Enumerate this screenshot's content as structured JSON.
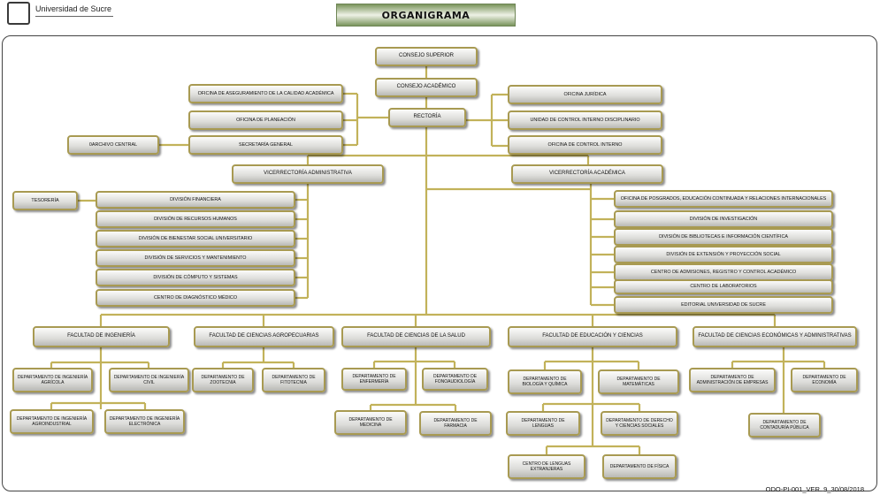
{
  "header": {
    "org_name": "Universidad de Sucre",
    "title": "ORGANIGRAMA",
    "document_code": "ODO-PI-001_VER. 9_30/08/2018"
  },
  "colors": {
    "box_border": "#a89a52",
    "line": "#c2b25a",
    "title_band": "#7a945c"
  },
  "nodes": [
    {
      "id": "consejo_superior",
      "label": "CONSEJO SUPERIOR"
    },
    {
      "id": "consejo_academico",
      "label": "CONSEJO ACADÉMICO"
    },
    {
      "id": "rectoria",
      "label": "RECTORÍA"
    },
    {
      "id": "oficina_calidad",
      "label": "OFICINA DE ASEGURAMIENTO DE LA CALIDAD ACADÉMICA"
    },
    {
      "id": "oficina_planeacion",
      "label": "OFICINA DE PLANEACIÓN"
    },
    {
      "id": "secretaria_general",
      "label": "SECRETARÍA GENERAL"
    },
    {
      "id": "archivo_central",
      "label": "0ARCHIVO CENTRAL"
    },
    {
      "id": "oficina_juridica",
      "label": "OFICINA JURÍDICA"
    },
    {
      "id": "control_disciplinario",
      "label": "UNIDAD DE CONTROL INTERNO DISCIPLINARIO"
    },
    {
      "id": "control_interno",
      "label": "OFICINA DE CONTROL INTERNO"
    },
    {
      "id": "vic_admin",
      "label": "VICERRECTORÍA ADMINISTRATIVA"
    },
    {
      "id": "vic_acad",
      "label": "VICERRECTORÍA ACADÉMICA"
    },
    {
      "id": "tesoreria",
      "label": "TESORERÍA"
    },
    {
      "id": "div_financiera",
      "label": "DIVISIÓN FINANCIERA"
    },
    {
      "id": "div_rrhh",
      "label": "DIVISIÓN DE RECURSOS HUMANOS"
    },
    {
      "id": "div_bienestar",
      "label": "DIVISIÓN DE BIENESTAR SOCIAL UNIVERSITARIO"
    },
    {
      "id": "div_servicios",
      "label": "DIVISIÓN DE SERVICIOS Y MANTENIMIENTO"
    },
    {
      "id": "div_computo",
      "label": "DIVISIÓN DE CÓMPUTO Y SISTEMAS"
    },
    {
      "id": "centro_diagnostico",
      "label": "CENTRO DE DIAGNÓSTICO MÉDICO"
    },
    {
      "id": "of_posgrados",
      "label": "OFICINA DE POSGRADOS, EDUCACIÓN CONTINUADA Y RELACIONES INTERNACIONALES"
    },
    {
      "id": "div_investigacion",
      "label": "DIVISIÓN DE INVESTIGACIÓN"
    },
    {
      "id": "div_bibliotecas",
      "label": "DIVISIÓN DE BIBLIOTECAS E INFORMACIÓN CIENTÍFICA"
    },
    {
      "id": "div_extension",
      "label": "DIVISIÓN DE EXTENSIÓN Y PROYECCIÓN SOCIAL"
    },
    {
      "id": "centro_admisiones",
      "label": "CENTRO DE ADMISIONES, REGISTRO Y CONTROL ACADÉMICO"
    },
    {
      "id": "centro_laboratorios",
      "label": "CENTRO DE LABORATORIOS"
    },
    {
      "id": "editorial",
      "label": "EDITORIAL UNIVERSIDAD DE SUCRE"
    },
    {
      "id": "fac_ingenieria",
      "label": "FACULTAD DE INGENIERÍA"
    },
    {
      "id": "fac_agro",
      "label": "FACULTAD DE CIENCIAS AGROPECUARIAS"
    },
    {
      "id": "fac_salud",
      "label": "FACULTAD DE CIENCIAS DE LA SALUD"
    },
    {
      "id": "fac_educacion",
      "label": "FACULTAD DE EDUCACIÓN Y CIENCIAS"
    },
    {
      "id": "fac_economicas",
      "label": "FACULTAD DE CIENCIAS ECONÓMICAS Y ADMINISTRATIVAS"
    },
    {
      "id": "dep_agricola",
      "label": "DEPARTAMENTO DE INGENIERÍA AGRÍCOLA"
    },
    {
      "id": "dep_civil",
      "label": "DEPARTAMENTO DE INGENIERÍA CIVIL"
    },
    {
      "id": "dep_agroindustrial",
      "label": "DEPARTAMENTO DE INGENIERÍA AGROINDUSTRIAL"
    },
    {
      "id": "dep_electronica",
      "label": "DEPARTAMENTO DE INGENIERÍA ELECTRÓNICA"
    },
    {
      "id": "dep_zootecnia",
      "label": "DEPARTAMENTO DE ZOOTECNIA"
    },
    {
      "id": "dep_fitotecnia",
      "label": "DEPARTAMENTO DE FITOTECNIA"
    },
    {
      "id": "dep_enfermeria",
      "label": "DEPARTAMENTO DE ENFERMERÍA"
    },
    {
      "id": "dep_fonoaudiologia",
      "label": "DEPARTAMENTO DE FONOAUDIOLOGÍA"
    },
    {
      "id": "dep_medicina",
      "label": "DEPARTAMENTO DE MEDICINA"
    },
    {
      "id": "dep_farmacia",
      "label": "DEPARTAMENTO DE FARMACIA"
    },
    {
      "id": "dep_biologia",
      "label": "DEPARTAMENTO DE BIOLOGÍA Y QUÍMICA"
    },
    {
      "id": "dep_matematicas",
      "label": "DEPARTAMENTO DE MATEMÁTICAS"
    },
    {
      "id": "dep_lenguas",
      "label": "DEPARTAMENTO DE LENGUAS"
    },
    {
      "id": "dep_derecho",
      "label": "DEPARTAMENTO DE DERECHO Y CIENCIAS SOCIALES"
    },
    {
      "id": "centro_lenguas",
      "label": "CENTRO DE LENGUAS EXTRANJERAS"
    },
    {
      "id": "dep_fisica",
      "label": "DEPARTAMENTO DE FÍSICA"
    },
    {
      "id": "dep_adm_empresas",
      "label": "DEPARTAMENTO DE ADMINISTRACIÓN DE EMPRESAS"
    },
    {
      "id": "dep_economia",
      "label": "DEPARTAMENTO DE ECONOMÍA"
    },
    {
      "id": "dep_contaduria",
      "label": "DEPARTAMENTO DE CONTADURÍA PÚBLICA"
    }
  ]
}
